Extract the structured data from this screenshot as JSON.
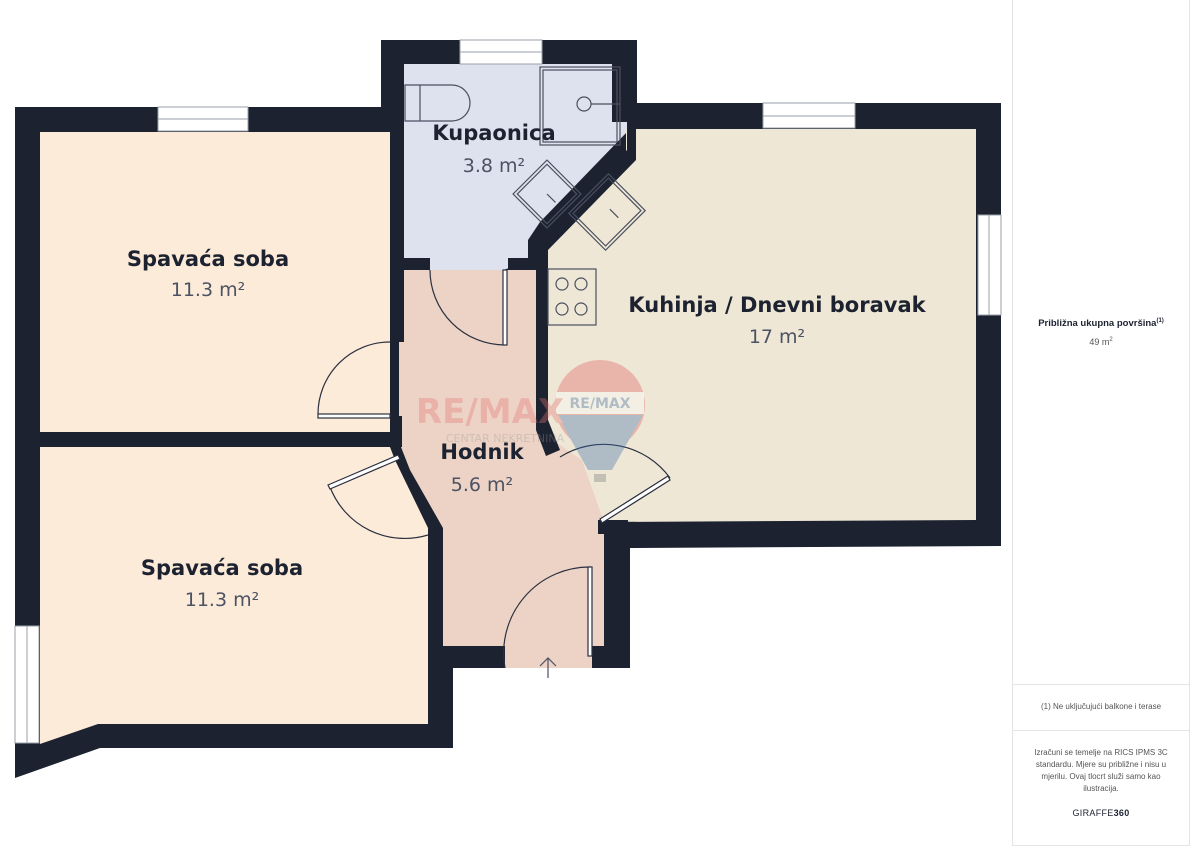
{
  "floorplan": {
    "rooms": [
      {
        "id": "bedroom-1",
        "name": "Spavaća soba",
        "area": "11.3 m²",
        "fill": "#fdebd9"
      },
      {
        "id": "bedroom-2",
        "name": "Spavaća soba",
        "area": "11.3 m²",
        "fill": "#fdebd9"
      },
      {
        "id": "bathroom",
        "name": "Kupaonica",
        "area": "3.8 m²",
        "fill": "#dde2ee"
      },
      {
        "id": "kitchen-living",
        "name": "Kuhinja / Dnevni boravak",
        "area": "17 m²",
        "fill": "#efe7d6"
      },
      {
        "id": "hallway",
        "name": "Hodnik",
        "area": "5.6 m²",
        "fill": "#ecd3c5"
      }
    ],
    "wall_color": "#1c2230",
    "watermark": {
      "brand": "RE/MAX",
      "tagline": "CENTAR NEKRETNINA"
    },
    "entrance_icon": "arrow-up-icon"
  },
  "sidebar": {
    "total_label": "Približna ukupna površina",
    "total_footnote_marker": "(1)",
    "total_value": "49 m",
    "total_unit_sup": "2",
    "footnote": "(1) Ne uključujući balkone i terase",
    "disclaimer": "Izračuni se temelje na RICS IPMS 3C standardu. Mjere su približne i nisu u mjerilu. Ovaj tlocrt služi samo kao ilustracija.",
    "brand_prefix": "GIRAFFE",
    "brand_suffix": "360"
  }
}
